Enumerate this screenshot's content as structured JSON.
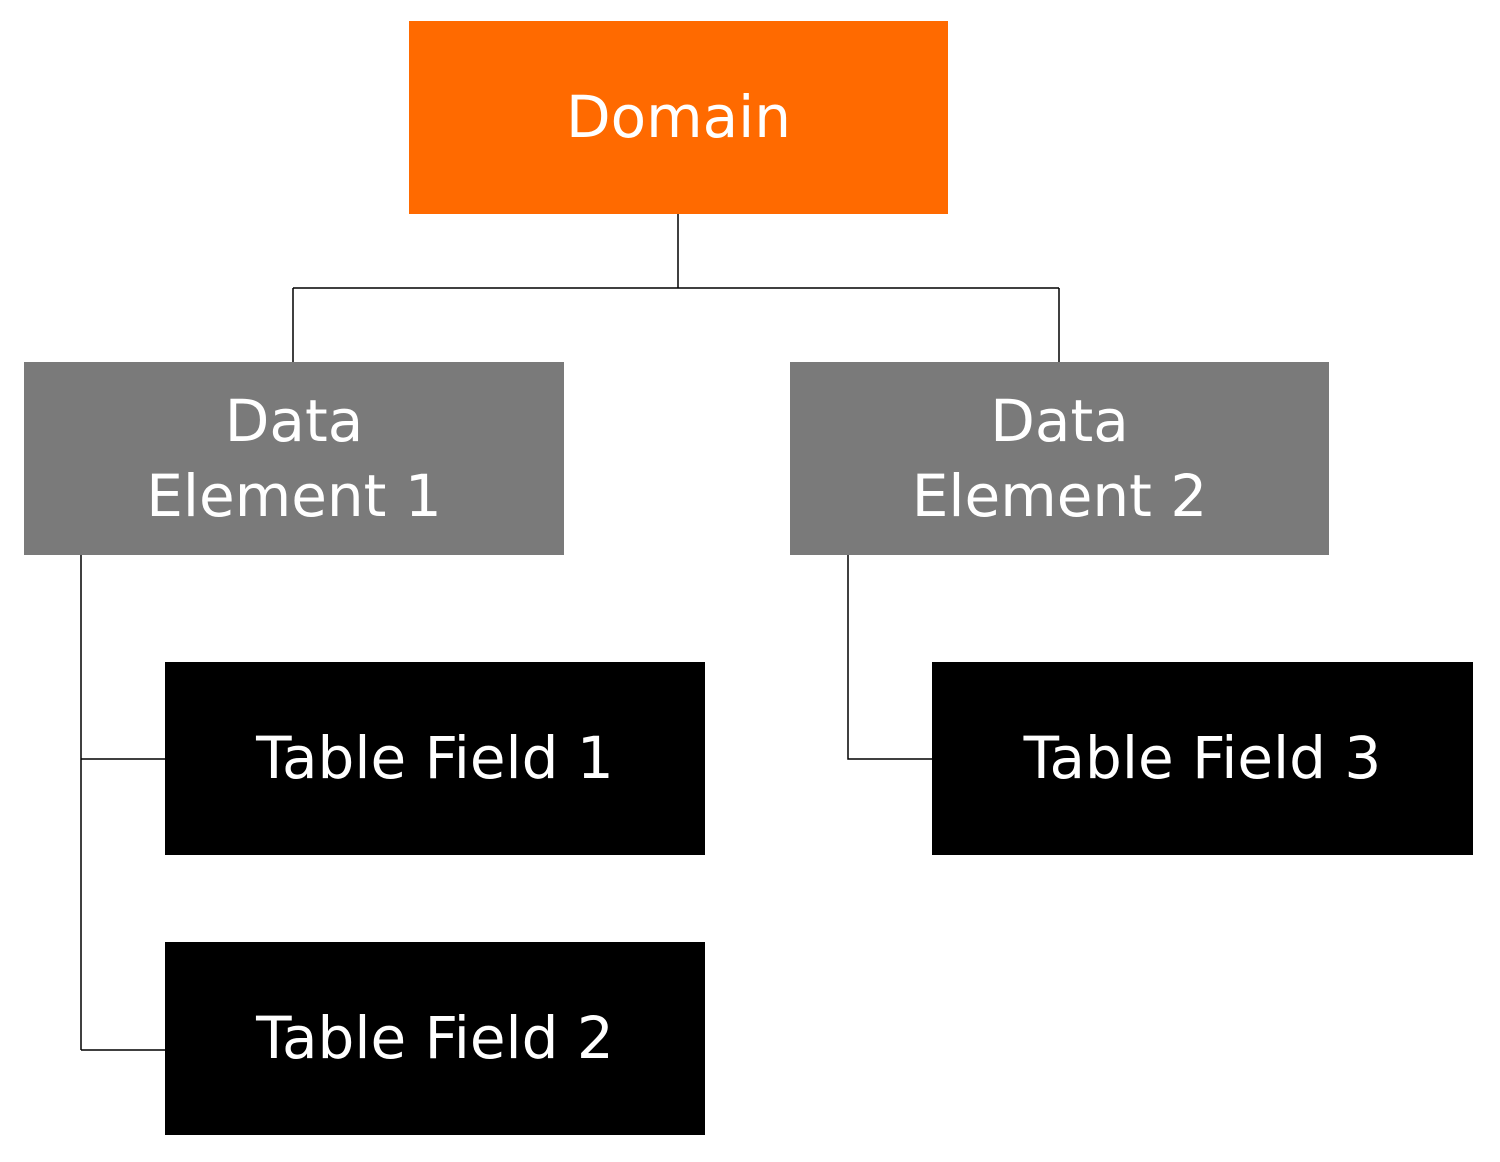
{
  "colors": {
    "domain": "#ff6a00",
    "element": "#7a7a7a",
    "field": "#000000",
    "connector": "#000000",
    "text": "#ffffff"
  },
  "diagram": {
    "domain": {
      "label": "Domain"
    },
    "data_elements": [
      {
        "label": "Data\nElement 1"
      },
      {
        "label": "Data\nElement 2"
      }
    ],
    "table_fields": [
      {
        "label": "Table Field 1"
      },
      {
        "label": "Table Field 2"
      },
      {
        "label": "Table Field 3"
      }
    ]
  }
}
